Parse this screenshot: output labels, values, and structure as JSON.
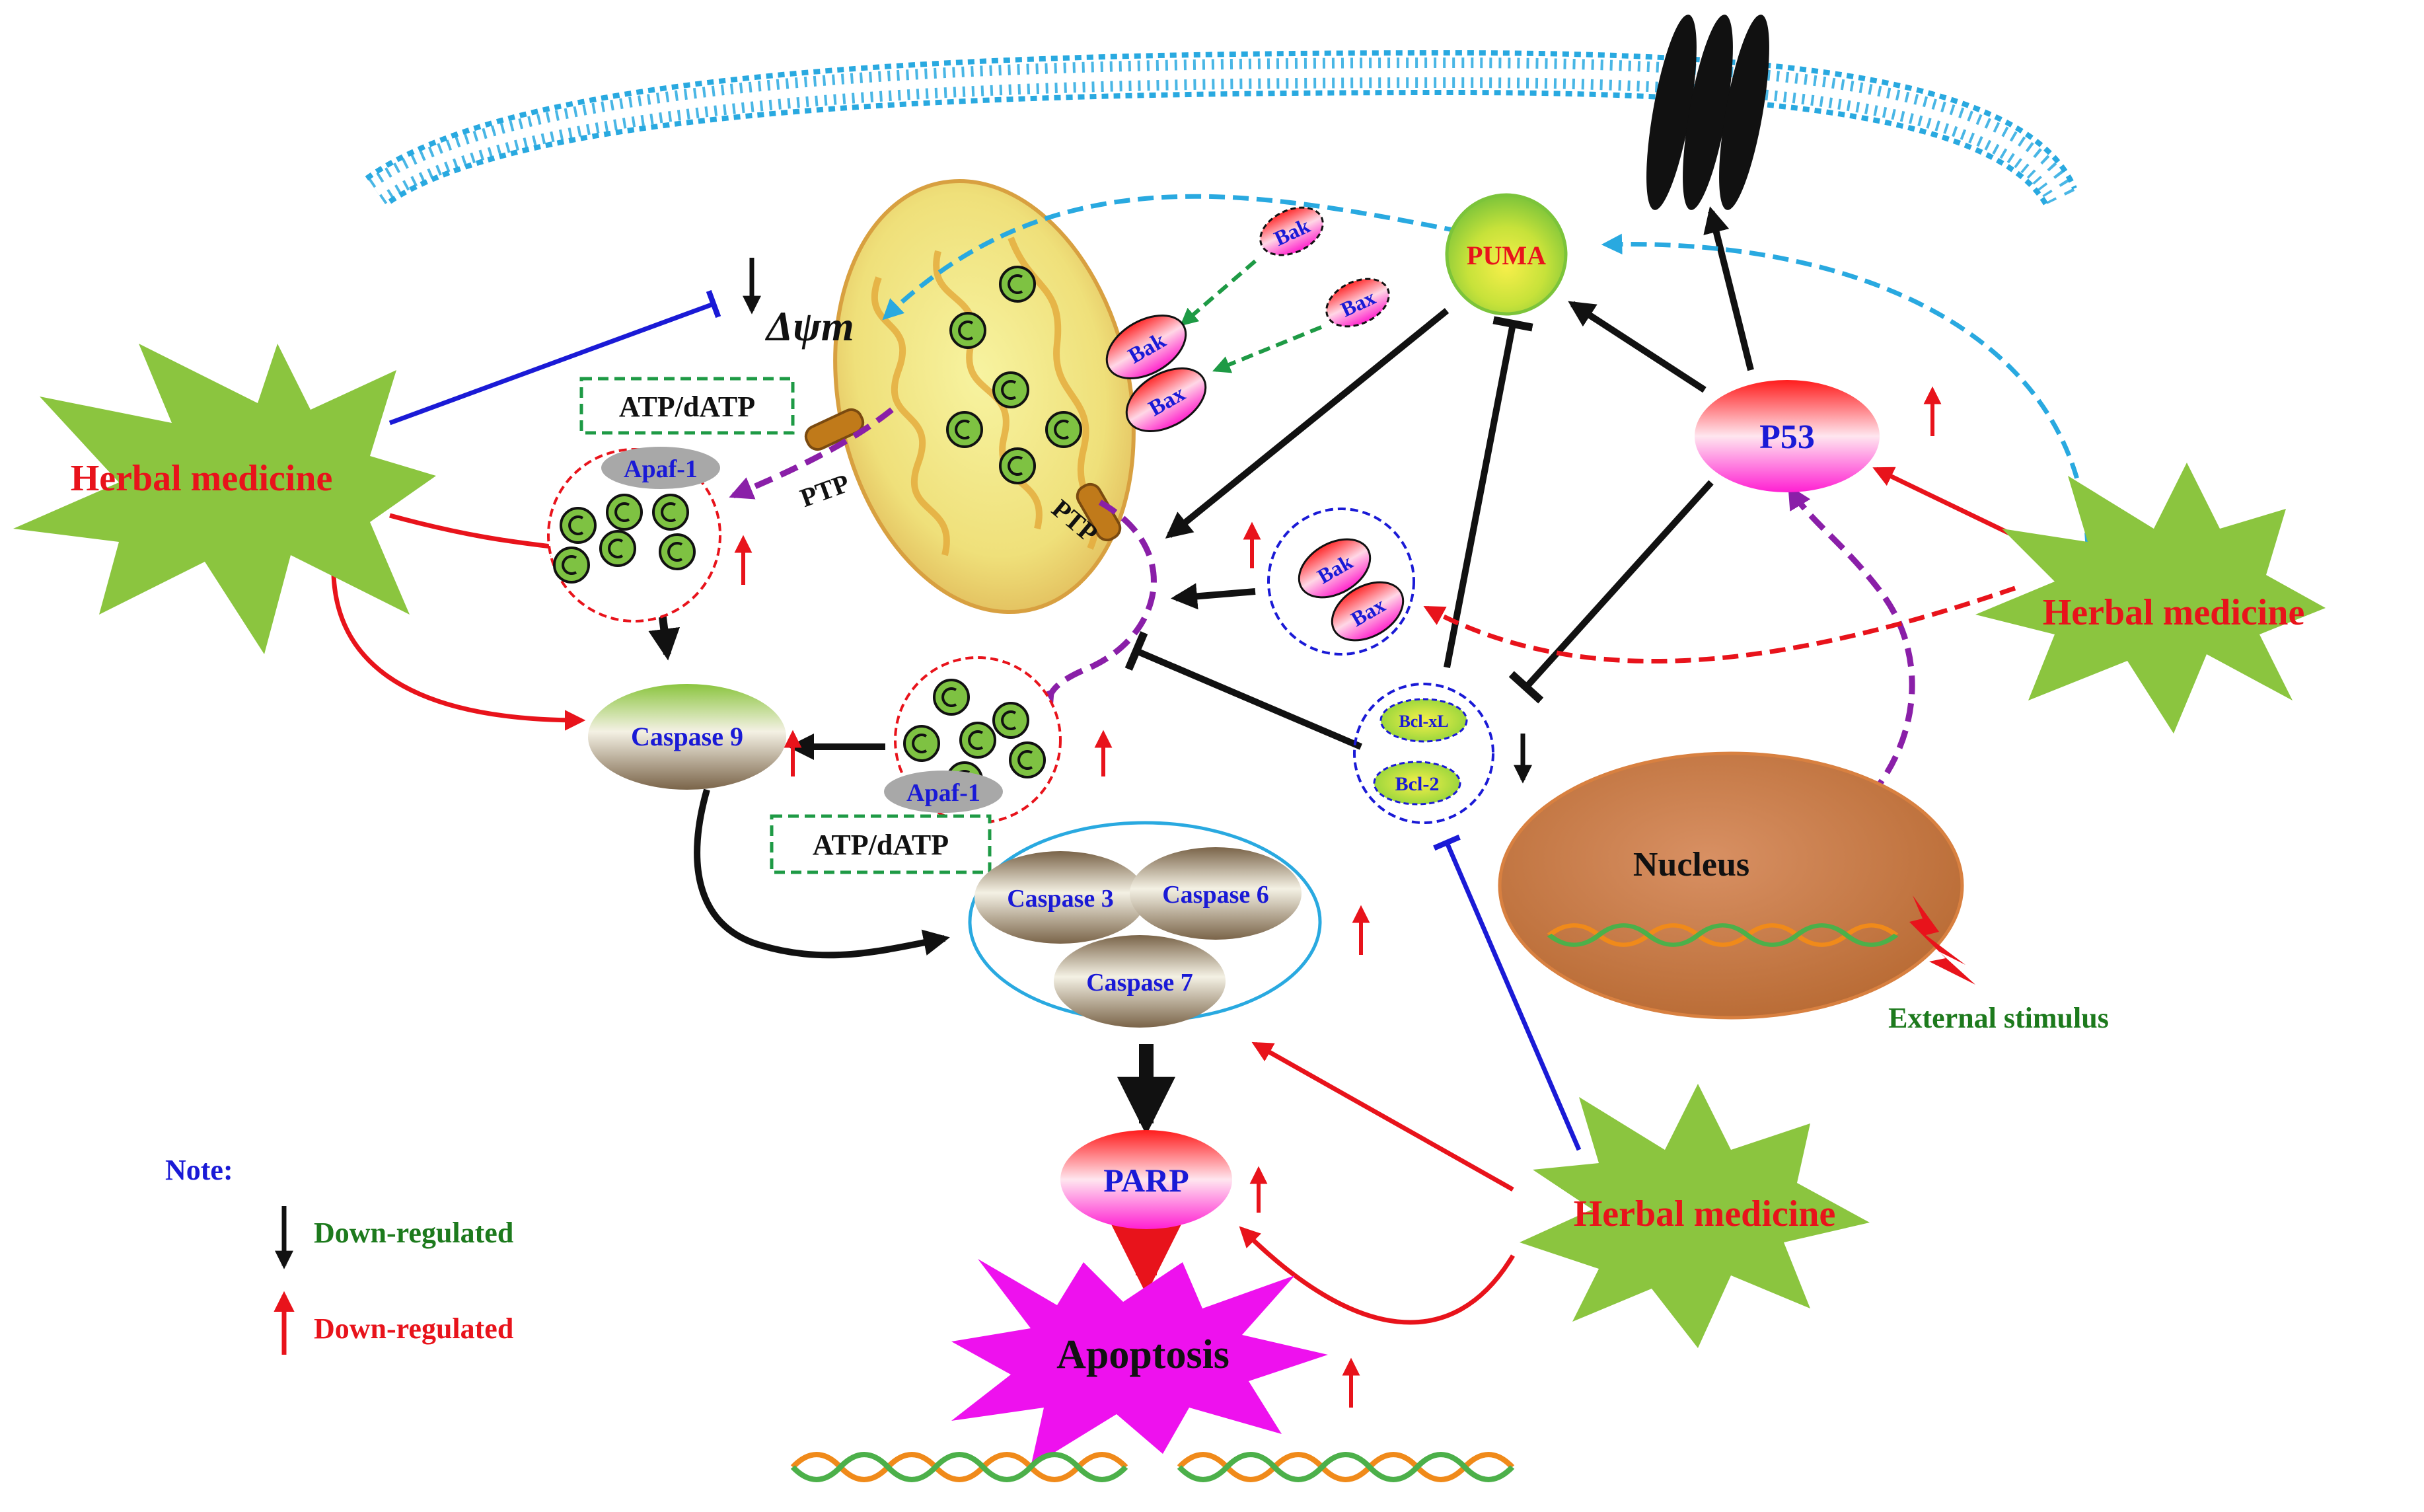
{
  "membrane": {
    "receptor": "membrane-receptor"
  },
  "mito": {
    "potential": "Δψm",
    "ptp_left": "PTP",
    "ptp_right": "PTP",
    "cyt_c": "C"
  },
  "nodes": {
    "puma": "PUMA",
    "p53": "P53",
    "bak_small": "Bak",
    "bax_small": "Bax",
    "bak_mito": "Bak",
    "bax_mito": "Bax",
    "bak_cluster": "Bak",
    "bax_cluster": "Bax",
    "bcl_xl": "Bcl-xL",
    "bcl_2": "Bcl-2",
    "apaf1_top": "Apaf-1",
    "apaf1_bottom": "Apaf-1",
    "atp_top": "ATP/dATP",
    "atp_bottom": "ATP/dATP",
    "caspase9": "Caspase 9",
    "caspase3": "Caspase 3",
    "caspase6": "Caspase 6",
    "caspase7": "Caspase 7",
    "parp": "PARP",
    "apoptosis": "Apoptosis",
    "nucleus": "Nucleus",
    "external_stimulus": "External stimulus"
  },
  "herbal": {
    "left": "Herbal medicine",
    "right": "Herbal medicine",
    "bottom": "Herbal medicine"
  },
  "legend": {
    "note": "Note:",
    "down_label": "Down-regulated",
    "up_label": "Down-regulated"
  },
  "colors": {
    "red": "#e8131b",
    "blue": "#1a1ad6",
    "cyan_dashed": "#29a9e0",
    "green_dashed": "#1e9a45",
    "purple": "#8a1fa8",
    "starburst": "#8bc53f",
    "apoptosis": "#ee11ee",
    "nucleus": "#c97b44",
    "legend_green": "#1d7a1d"
  }
}
